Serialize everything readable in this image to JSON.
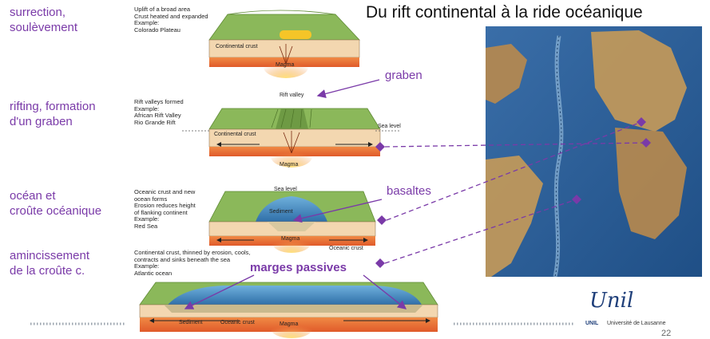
{
  "title": "Du rift continental à la ride océanique",
  "stages": [
    {
      "label": "surrection,\nsoulèvement"
    },
    {
      "label": "rifting, formation\nd'un graben"
    },
    {
      "label": "océan et\ncroûte océanique"
    },
    {
      "label": "amincissement\nde la croûte c."
    }
  ],
  "captions": [
    "Uplift of a broad area\nCrust heated and expanded\nExample:\n   Colorado Plateau",
    "Rift valleys formed\nExample:\n   African Rift Valley\n   Rio Grande Rift",
    "Oceanic crust and new\nocean forms\nErosion reduces height\nof flanking continent\nExample:\n   Red Sea",
    "Continental crust, thinned by erosion, cools,\ncontracts and sinks beneath the sea\nExample:\n   Atlantic ocean"
  ],
  "diagram_labels": {
    "d1_crust": "Continental crust",
    "d1_magma": "Magma",
    "d2_rift": "Rift valley",
    "d2_sea": "Sea level",
    "d2_crust": "Continental crust",
    "d2_magma": "Magma",
    "d3_sea": "Sea level",
    "d3_sediment": "Sediment",
    "d3_magma": "Magma",
    "d3_oceanic": "Oceanic crust",
    "d4_sediment": "Sediment",
    "d4_oceanic": "Oceanic crust",
    "d4_magma": "Magma"
  },
  "callouts": {
    "graben": "graben",
    "basaltes": "basaltes",
    "marges": "marges passives"
  },
  "logo": {
    "script": "Unil",
    "name": "UNIL",
    "university": "Université de Lausanne"
  },
  "page_number": "22",
  "colors": {
    "accent": "#7a3aa8",
    "crust": "#f3d7b0",
    "mantle": "#ea7b3d",
    "land": "#7aa84a",
    "sea": "#4d8fc4"
  }
}
